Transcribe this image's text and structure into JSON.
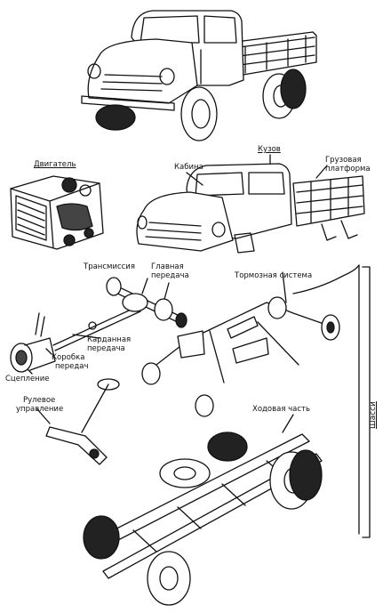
{
  "labels": {
    "engine": "Двигатель",
    "body": "Кузов",
    "cabin": "Кабина",
    "cargo_platform_line1": "Грузовая",
    "cargo_platform_line2": "платформа",
    "transmission": "Трансмиссия",
    "final_drive_line1": "Главная",
    "final_drive_line2": "передача",
    "brake_system": "Тормозная система",
    "propshaft_line1": "Карданная",
    "propshaft_line2": "передача",
    "gearbox_line1": "Коробка",
    "gearbox_line2": "передач",
    "clutch": "Сцепление",
    "steering_line1": "Рулевое",
    "steering_line2": "управление",
    "running_gear": "Ходовая часть",
    "chassis": "Шасси"
  },
  "colors": {
    "ink": "#111111",
    "paper": "#ffffff"
  }
}
